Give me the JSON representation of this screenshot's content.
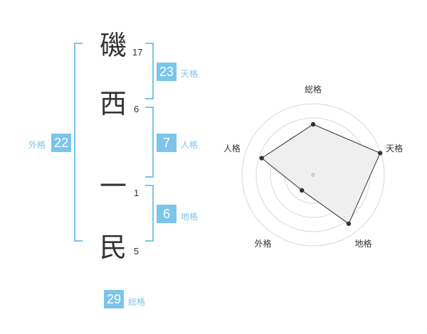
{
  "name": {
    "chars": [
      {
        "char": "磯",
        "strokes": "17"
      },
      {
        "char": "西",
        "strokes": "6"
      },
      {
        "char": "一",
        "strokes": "1"
      },
      {
        "char": "民",
        "strokes": "5"
      }
    ]
  },
  "fortunes": {
    "tenkaku": {
      "value": "23",
      "label": "天格"
    },
    "jinkaku": {
      "value": "7",
      "label": "人格"
    },
    "chikaku": {
      "value": "6",
      "label": "地格"
    },
    "gaikaku": {
      "value": "22",
      "label": "外格"
    },
    "soukaku": {
      "value": "29",
      "label": "総格"
    }
  },
  "colors": {
    "accent": "#7cc4ea",
    "text": "#333333"
  },
  "chart_data": {
    "type": "radar",
    "axes": [
      "総格",
      "天格",
      "地格",
      "外格",
      "人格"
    ],
    "values": [
      0.71,
      0.99,
      0.85,
      0.27,
      0.76
    ],
    "rings": 5
  }
}
